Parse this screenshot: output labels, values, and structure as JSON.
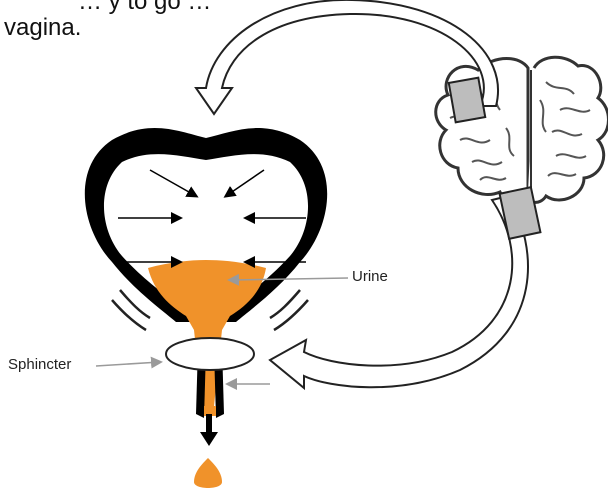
{
  "header": {
    "line1": "… y to go …",
    "line2": "vagina."
  },
  "labels": {
    "urine": "Urine",
    "sphincter": "Sphincter"
  },
  "colors": {
    "urine": "#F0922A",
    "bladder_wall": "#000000",
    "arrow_outline": "#222222",
    "pointer_line": "#9a9a9a",
    "background": "#ffffff"
  },
  "icons": {
    "brain": "brain-icon",
    "bladder": "bladder-icon",
    "signal_arrow_top": "curved-arrow-icon",
    "signal_arrow_bottom": "curved-arrow-icon",
    "urine_drop": "drop-icon"
  }
}
